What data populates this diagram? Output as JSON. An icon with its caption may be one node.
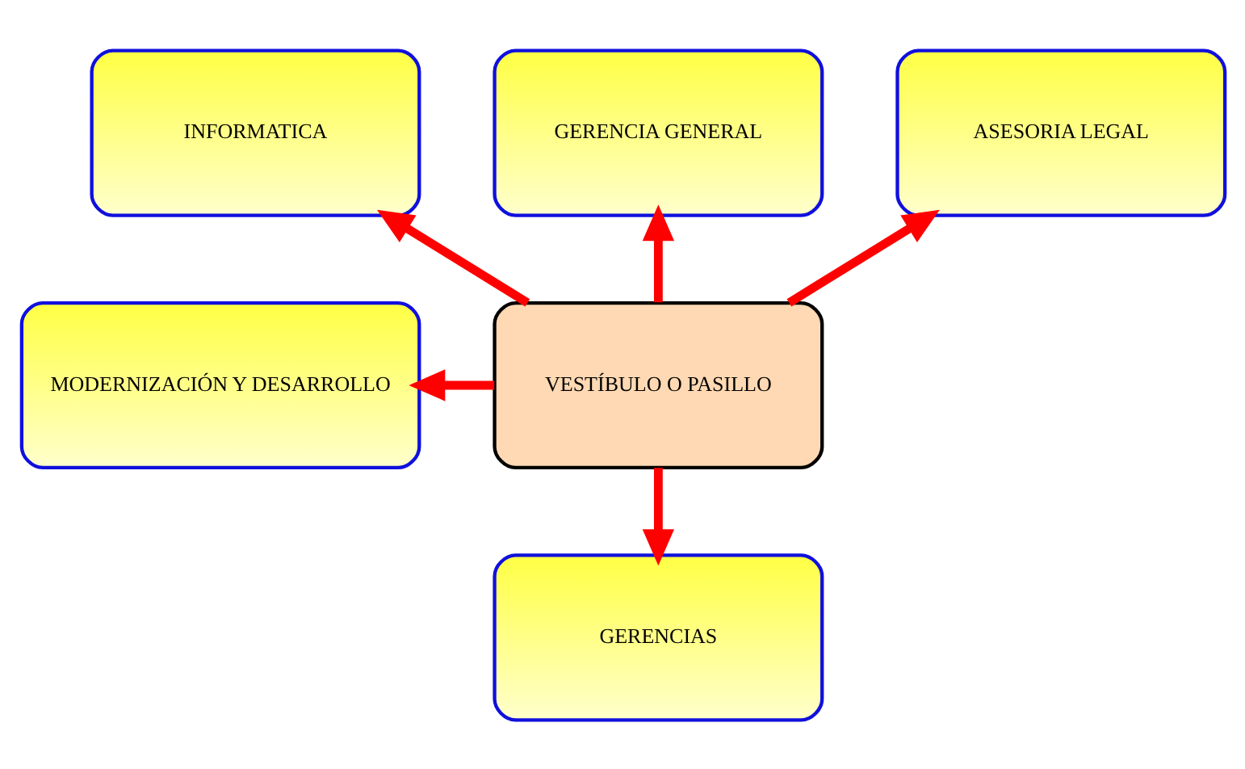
{
  "diagram": {
    "nodes": [
      {
        "text": [
          "INFORMATICA"
        ]
      },
      {
        "text": [
          "GERENCIA GENERAL"
        ]
      },
      {
        "text": [
          "ASESORIA LEGAL"
        ]
      },
      {
        "text": [
          "MODERNIZACIÓN Y DESARROLLO"
        ]
      },
      {
        "text": [
          "VESTÍBULO O PASILLO"
        ]
      },
      {
        "text": [
          "GERENCIAS"
        ]
      }
    ],
    "edges": [
      {
        "from": 4,
        "to": 0,
        "arrow": "to"
      },
      {
        "from": 4,
        "to": 1,
        "arrow": "to"
      },
      {
        "from": 4,
        "to": 2,
        "arrow": "to"
      },
      {
        "from": 4,
        "to": 3,
        "arrow": "to"
      },
      {
        "from": 4,
        "to": 5,
        "arrow": "to"
      }
    ]
  }
}
